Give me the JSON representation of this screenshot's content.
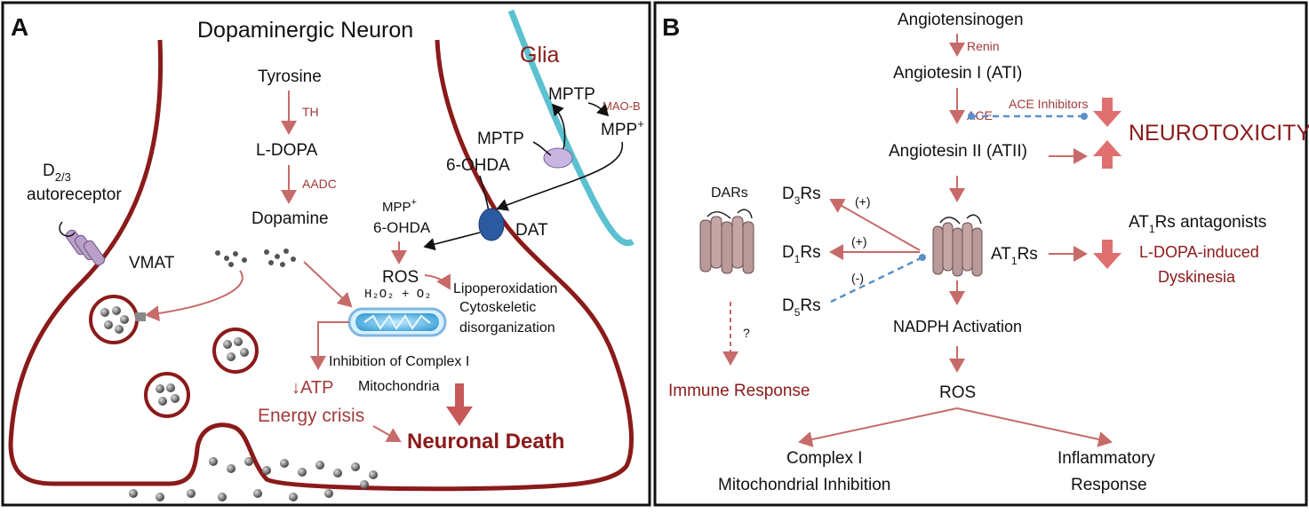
{
  "panel_a": {
    "label": "A",
    "title": "Dopaminergic Neuron",
    "glia": "Glia",
    "tyrosine": "Tyrosine",
    "th": "TH",
    "ldopa": "L-DOPA",
    "aadc": "AADC",
    "dopamine": "Dopamine",
    "d23_main": "D",
    "d23_sub": "2/3",
    "autoreceptor": "autoreceptor",
    "vmat": "VMAT",
    "mptp_top": "MPTP",
    "maob": "MAO-B",
    "mpp_right": "MPP",
    "mptp_left": "MPTP",
    "ohda": "6-OHDA",
    "mpp_left": "MPP",
    "ohda2": "6-OHDA",
    "dat": "DAT",
    "ros": "ROS",
    "h2o2": "H₂O₂ + O₂",
    "lipo": "Lipoperoxidation",
    "cyto1": "Cytoskeletic",
    "cyto2": "disorganization",
    "inhib1": "Inhibition of Complex I",
    "inhib2": "Mitochondria",
    "atp": "ATP",
    "energy": "Energy crisis",
    "death": "Neuronal Death"
  },
  "panel_b": {
    "label": "B",
    "angiotensinogen": "Angiotensinogen",
    "renin": "Renin",
    "ati": "Angiotesin I (ATI)",
    "ace": "ACE",
    "ace_inhib": "ACE Inhibitors",
    "atii": "Angiotesin II (ATII)",
    "neurotox": "NEUROTOXICITY",
    "dars": "DARs",
    "d3": "D",
    "d3_sub": "3",
    "d1": "D",
    "d1_sub": "1",
    "d5": "D",
    "d5_sub": "5",
    "rs": "Rs",
    "plus1": "(+)",
    "plus2": "(+)",
    "minus": "(-)",
    "at1": "AT",
    "at1_sub": "1",
    "at1_rs": "Rs",
    "at1_antag": "Rs antagonists",
    "ldopa_dysk1": "L-DOPA-induced",
    "ldopa_dysk2": "Dyskinesia",
    "question": "?",
    "immune": "Immune Response",
    "nadph": "NADPH Activation",
    "ros": "ROS",
    "complex1": "Complex I",
    "mito_inhib": "Mitochondrial Inhibition",
    "inflam1": "Inflammatory",
    "inflam2": "Response"
  },
  "colors": {
    "membrane": "#8b1a1a",
    "arrow": "#c76a6a",
    "glia": "#5bc0cf",
    "dat": "#2c5aa0",
    "receptor": "#b9a0c8"
  }
}
